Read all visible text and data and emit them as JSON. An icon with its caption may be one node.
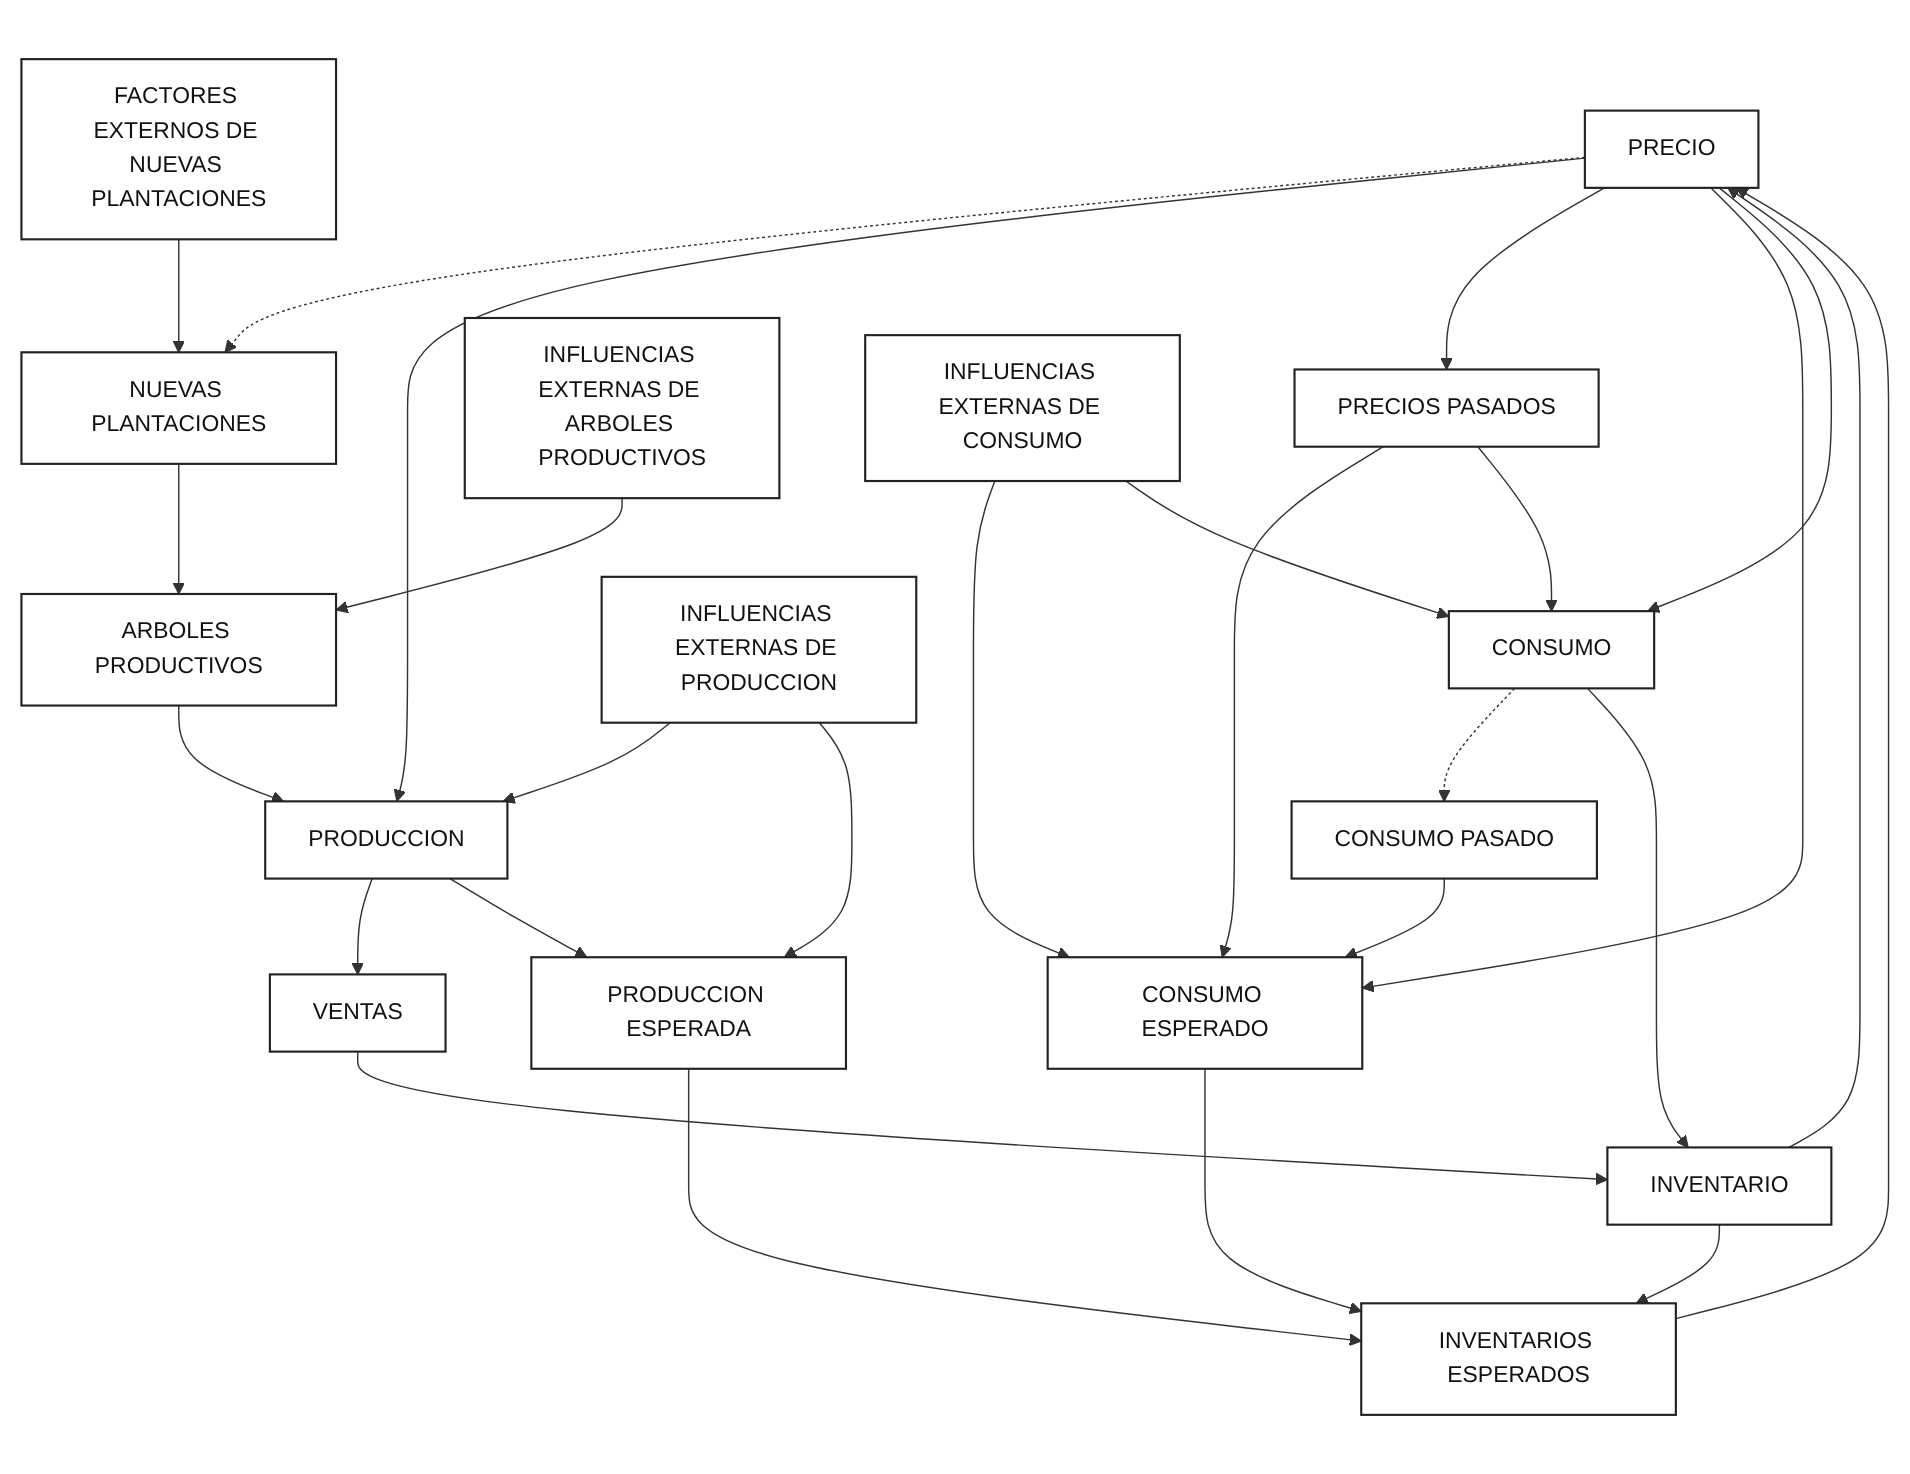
{
  "diagram": {
    "nodes": [
      {
        "text": [
          "PRECIO"
        ]
      },
      {
        "text": [
          "FACTORES EXTERNOS DE NUEVAS PLANTACIONES"
        ]
      },
      {
        "text": [
          "NUEVAS PLANTACIONES"
        ]
      },
      {
        "text": [
          "ARBOLES PRODUCTIVOS"
        ]
      },
      {
        "text": [
          "PRECIOS PASADOS"
        ]
      },
      {
        "text": [
          "CONSUMO ESPERADO"
        ]
      },
      {
        "text": [
          "INFLUENCIAS EXTERNAS DE ARBOLES PRODUCTIVOS"
        ]
      },
      {
        "text": [
          "INFLUENCIAS EXTERNAS DE CONSUMO"
        ]
      },
      {
        "text": [
          "PRODUCCION"
        ]
      },
      {
        "text": [
          "CONSUMO PASADO"
        ]
      },
      {
        "text": [
          "VENTAS"
        ]
      },
      {
        "text": [
          "CONSUMO"
        ]
      },
      {
        "text": [
          "INVENTARIO"
        ]
      },
      {
        "text": [
          "INFLUENCIAS EXTERNAS DE PRODUCCION"
        ]
      },
      {
        "text": [
          "PRODUCCION ESPERADA"
        ]
      },
      {
        "text": [
          "INVENTARIOS ESPERADOS"
        ]
      }
    ],
    "edges": [
      {
        "from": 1,
        "to": 2,
        "arrow": "to"
      },
      {
        "from": 0,
        "to": 2,
        "arrow": "to",
        "style": "dashed"
      },
      {
        "from": 2,
        "to": 3,
        "arrow": "to"
      },
      {
        "from": 6,
        "to": 3,
        "arrow": "to"
      },
      {
        "from": 3,
        "to": 8,
        "arrow": "to"
      },
      {
        "from": 0,
        "to": 8,
        "arrow": "to"
      },
      {
        "from": 0,
        "to": 4,
        "arrow": "to"
      },
      {
        "from": 0,
        "to": 5,
        "arrow": "to"
      },
      {
        "from": 4,
        "to": 5,
        "arrow": "to"
      },
      {
        "from": 0,
        "to": 11,
        "arrow": "to"
      },
      {
        "from": 4,
        "to": 11,
        "arrow": "to"
      },
      {
        "from": 15,
        "to": 0,
        "arrow": "to"
      },
      {
        "from": 12,
        "to": 0,
        "arrow": "to"
      },
      {
        "from": 7,
        "to": 5,
        "arrow": "to"
      },
      {
        "from": 7,
        "to": 11,
        "arrow": "to"
      },
      {
        "from": 9,
        "to": 5,
        "arrow": "to"
      },
      {
        "from": 11,
        "to": 9,
        "arrow": "to",
        "style": "dashed"
      },
      {
        "from": 11,
        "to": 12,
        "arrow": "to"
      },
      {
        "from": 13,
        "to": 8,
        "arrow": "to"
      },
      {
        "from": 8,
        "to": 10,
        "arrow": "to"
      },
      {
        "from": 10,
        "to": 12,
        "arrow": "to"
      },
      {
        "from": 8,
        "to": 14,
        "arrow": "to"
      },
      {
        "from": 13,
        "to": 14,
        "arrow": "to"
      },
      {
        "from": 14,
        "to": 15,
        "arrow": "to"
      },
      {
        "from": 12,
        "to": 15,
        "arrow": "to"
      },
      {
        "from": 5,
        "to": 15,
        "arrow": "to"
      }
    ]
  }
}
